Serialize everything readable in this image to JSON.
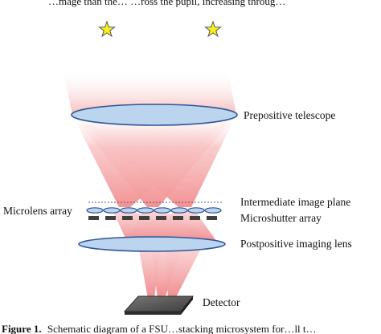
{
  "figure": {
    "top_text_fragment": "…mage than the… …ross the pupil, increasing throug…",
    "caption_prefix": "Figure 1.",
    "caption_text": "Schematic diagram of a FSU…stacking microsystem for…ll t…"
  },
  "labels": {
    "prepositive_telescope": "Prepositive telescope",
    "intermediate_image_plane": "Intermediate image plane",
    "microlens_array": "Microlens array",
    "microshutter_array": "Microshutter array",
    "postpositive_imaging_lens": "Postpositive imaging lens",
    "detector": "Detector"
  },
  "colors": {
    "beam": "#ef7a7c",
    "lens_fill": "#bcd5ee",
    "lens_stroke": "#2f5597",
    "star_fill": "#f7ef1e",
    "star_stroke": "#444444",
    "shutter": "#404040",
    "detector_top": "#5a5a5a"
  },
  "icons": [
    "star-icon",
    "star-icon"
  ]
}
